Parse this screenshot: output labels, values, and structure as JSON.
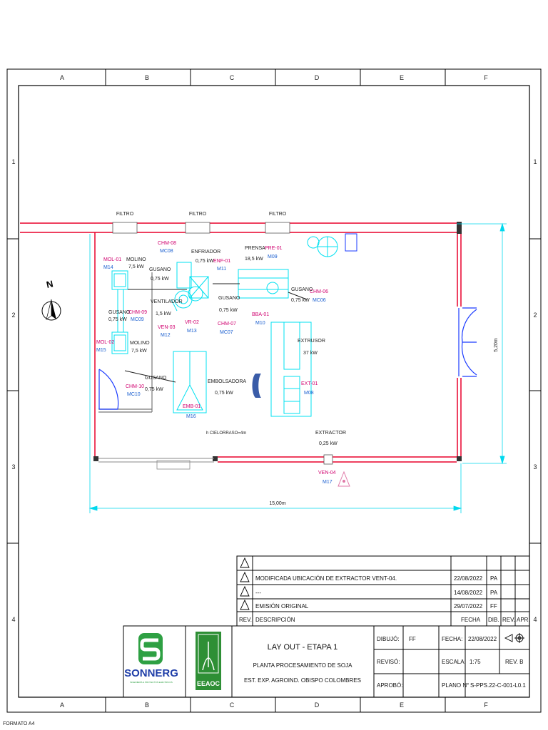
{
  "grid": {
    "columns": [
      "A",
      "B",
      "C",
      "D",
      "E",
      "F"
    ],
    "rows": [
      "1",
      "2",
      "3",
      "4"
    ]
  },
  "format_label": "FORMATO A4",
  "plan": {
    "filters": [
      "FILTRO",
      "FILTRO",
      "FILTRO"
    ],
    "equipment": {
      "mol01": {
        "tag": "MOL-01",
        "code": "M14",
        "name": "MOLINO",
        "power": "7,5 kW"
      },
      "mol02": {
        "tag": "MOL-02",
        "code": "M15",
        "name": "MOLINO",
        "power": "7,5 kW"
      },
      "chm09": {
        "tag": "CHM-09",
        "code": "MC09",
        "name": "GUSANO",
        "power": "0,75 kW"
      },
      "chm10": {
        "tag": "CHM-10",
        "code": "MC10",
        "name": "GUSANO",
        "power": "0,75 kW"
      },
      "chm08": {
        "tag": "CHM-08",
        "code": "MC08",
        "name": "GUSANO",
        "power": "0,75 kW"
      },
      "enf01": {
        "tag": "ENF-01",
        "code": "M11",
        "name": "ENFRIADOR",
        "power": "0,75 kW"
      },
      "ven03": {
        "tag": "VEN-03",
        "code": "M12",
        "name": "VENTILADOR",
        "power": "1,5 kW"
      },
      "vr02": {
        "tag": "VR-02",
        "code": "M13"
      },
      "chm07": {
        "tag": "CHM-07",
        "code": "MC07",
        "name": "GUSANO",
        "power": "0,75 kW"
      },
      "pre01": {
        "tag": "PRE-01",
        "code": "M09",
        "name": "PRENSA",
        "power": "18,5 kW"
      },
      "chm06": {
        "tag": "CHM-06",
        "code": "MC06",
        "name": "GUSANO",
        "power": "0,75 kW"
      },
      "bba01": {
        "tag": "BBA-01",
        "code": "M10"
      },
      "ext01": {
        "tag": "EXT-01",
        "code": "M08",
        "name": "EXTRUSOR",
        "power": "37 kW"
      },
      "emb01": {
        "tag": "EMB-01",
        "code": "M16",
        "name": "EMBOLSADORA",
        "power": "0,75 kW"
      },
      "ven04": {
        "tag": "VEN-04",
        "code": "M17",
        "name": "EXTRACTOR",
        "power": "0,25 kW"
      }
    },
    "ceiling_height": "h CIELORRASO=4m",
    "dim_width": "15,00m",
    "dim_height": "5,20m"
  },
  "revisions": {
    "rows": [
      {
        "desc": "",
        "date": "",
        "dib": ""
      },
      {
        "desc": "MODIFICADA UBICACIÓN DE EXTRACTOR VENT-04.",
        "date": "22/08/2022",
        "dib": "PA"
      },
      {
        "desc": "---",
        "date": "14/08/2022",
        "dib": "PA"
      },
      {
        "desc": "EMISIÓN ORIGINAL",
        "date": "29/07/2022",
        "dib": "FF"
      }
    ],
    "header": {
      "rev": "REV.",
      "desc": "DESCRIPCIÓN",
      "date": "FECHA",
      "dib": "DIB.",
      "rev2": "REV.",
      "apr": "APR."
    }
  },
  "title_block": {
    "company_logo": "SONNERG",
    "company_sub": "INGENIERÍA & PROYECTOS ELÉCTRICOS",
    "client_logo": "EEAOC",
    "title1": "LAY OUT - ETAPA 1",
    "title2": "PLANTA PROCESAMIENTO DE SOJA",
    "title3": "EST. EXP. AGROIND. OBISPO COLOMBRES",
    "dibujo_label": "DIBUJÓ:",
    "dibujo_value": "FF",
    "reviso_label": "REVISÓ:",
    "reviso_value": "",
    "aprobo_label": "APROBÓ:",
    "aprobo_value": "",
    "fecha_label": "FECHA:",
    "fecha_value": "22/08/2022",
    "escala_label": "ESCALA:",
    "escala_value": "1:75",
    "rev_value": "REV. B",
    "plano_label": "PLANO N°",
    "plano_value": "S-PPS.22-C-001-L0.1"
  },
  "colors": {
    "wall": "#e8002a",
    "equipment": "#00e0f0",
    "tag": "#d0006f",
    "code": "#1a5fd0",
    "door": "#1a3aff"
  }
}
